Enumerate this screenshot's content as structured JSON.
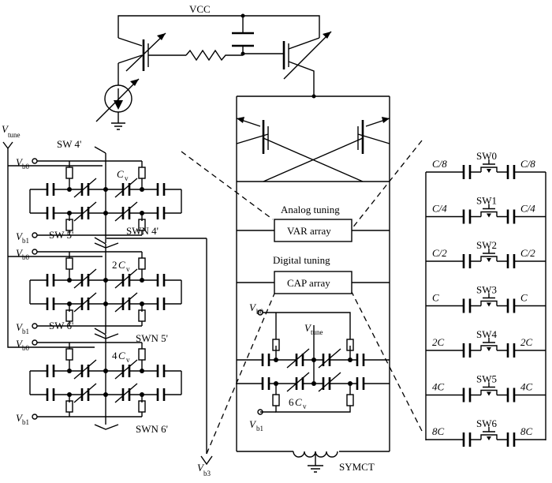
{
  "labels": {
    "vcc": "VCC",
    "symct": "SYMCT",
    "analog_tuning": "Analog tuning",
    "digital_tuning": "Digital tuning",
    "var_array": "VAR array",
    "cap_array": "CAP array",
    "v": "V",
    "v_tune_sub": "tune",
    "v_b0_sub": "b0",
    "v_b1_sub": "b1",
    "v_b3_sub": "b3",
    "center_6cv_num": "6",
    "c_letter": "C",
    "c_v_sub": "v"
  },
  "left_panel": {
    "switches": [
      "SW 4'",
      "SW 5'",
      "SW 6'"
    ],
    "swn": [
      "SWN 4'",
      "SWN 5'",
      "SWN 6'"
    ],
    "cap_values": [
      "",
      "2",
      "4"
    ]
  },
  "right_panel": {
    "switches": [
      "SW0",
      "SW1",
      "SW2",
      "SW3",
      "SW4",
      "SW5",
      "SW6"
    ],
    "caps": [
      "C/8",
      "C/4",
      "C/2",
      "C",
      "2C",
      "4C",
      "8C"
    ]
  }
}
